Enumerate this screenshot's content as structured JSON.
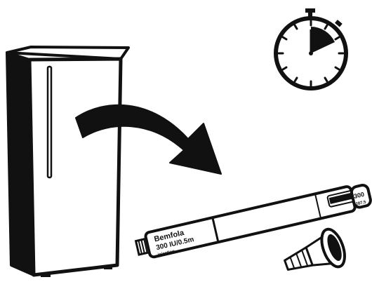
{
  "pen": {
    "brand": "Bemfola",
    "dose": "300 IU/0.5m",
    "route": "injection",
    "scale_max": "300",
    "scale_sub": "287.5"
  },
  "icons": {
    "refrigerator": "refrigerator-icon",
    "timer": "stopwatch-icon",
    "arrow": "curved-arrow-icon",
    "pen": "injection-pen-icon",
    "needle": "needle-cap-icon"
  }
}
